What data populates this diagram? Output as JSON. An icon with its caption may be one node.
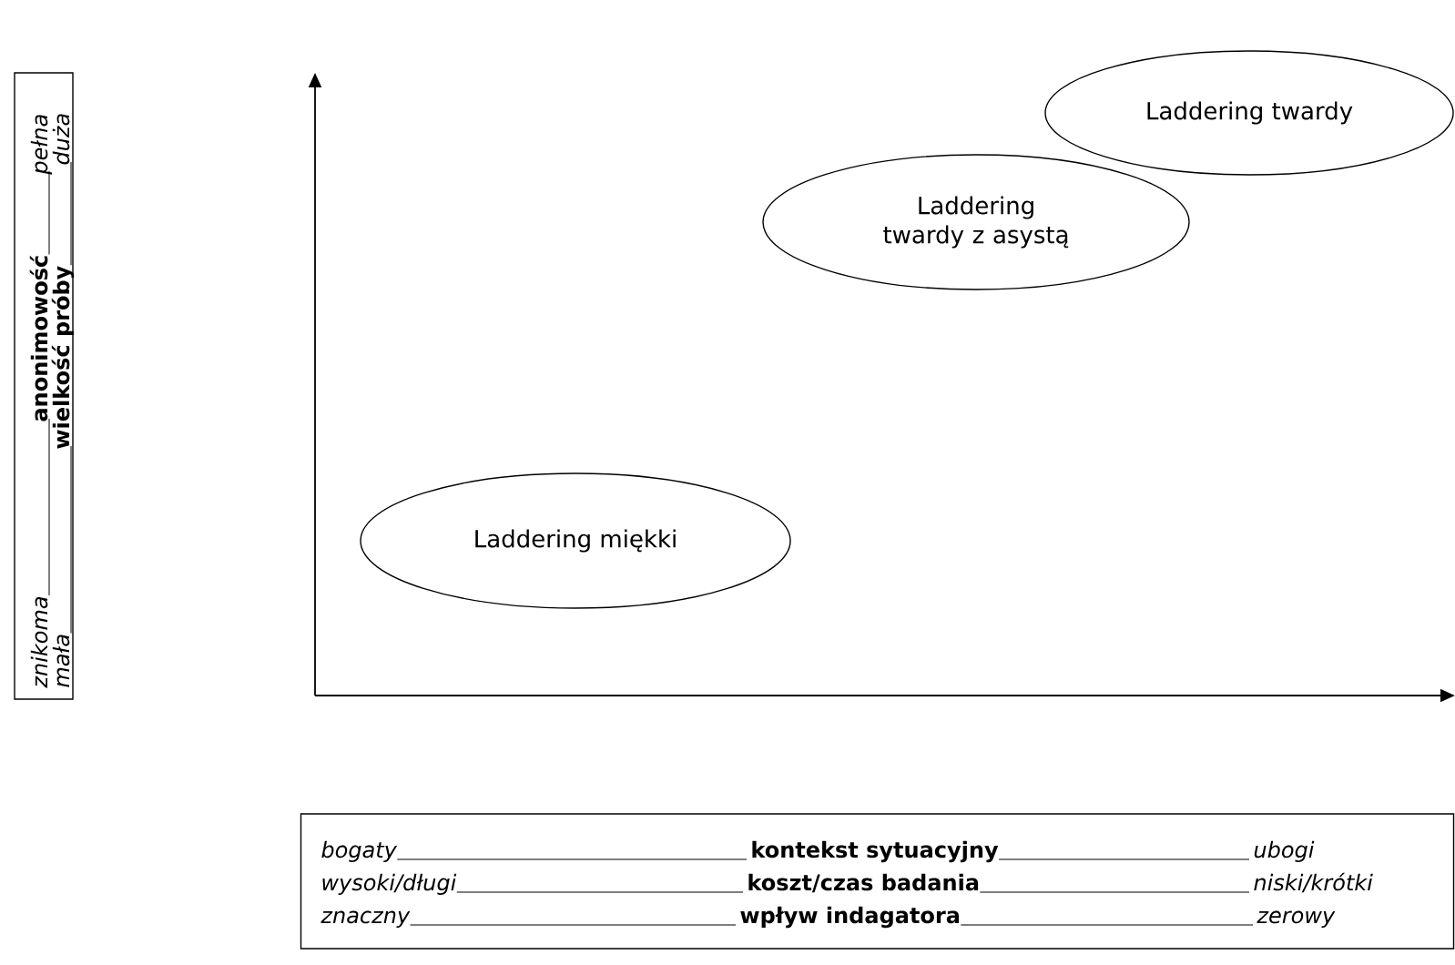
{
  "diagram": {
    "nodes": [
      {
        "text": [
          "znikoma",
          "anonimowość",
          "pełna",
          "mała",
          "wielkość próby",
          "duża"
        ]
      },
      {
        "text": [
          "Laddering twardy"
        ]
      },
      {
        "text": [
          "Laddering twardy z asystą"
        ]
      },
      {
        "text": [
          "Laddering miękki"
        ]
      },
      {
        "text": [
          "bogaty",
          "kontekst sytuacyjny",
          "ubogi",
          "wysoki/długi",
          "koszt/czas badania",
          "niski/krótki",
          "znaczny",
          "wpływ indagatora",
          "zerowy"
        ]
      }
    ],
    "edges": []
  }
}
